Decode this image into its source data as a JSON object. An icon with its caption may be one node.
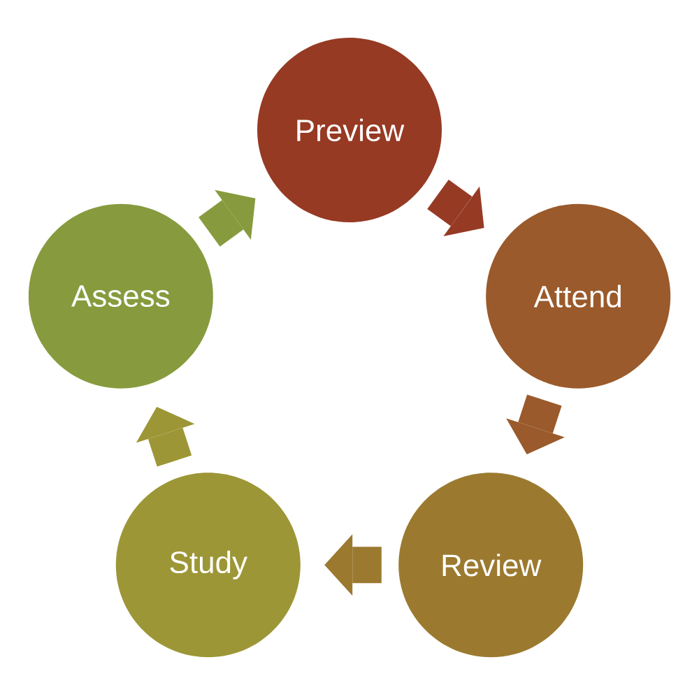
{
  "diagram": {
    "nodes": [
      {
        "text": [
          "Preview"
        ]
      },
      {
        "text": [
          "Attend"
        ]
      },
      {
        "text": [
          "Review"
        ]
      },
      {
        "text": [
          "Study"
        ]
      },
      {
        "text": [
          "Assess"
        ]
      }
    ],
    "edges": [
      {
        "from": 0,
        "to": 1,
        "arrow": "to",
        "color": "#963a24"
      },
      {
        "from": 1,
        "to": 2,
        "arrow": "to",
        "color": "#9a5a2b"
      },
      {
        "from": 2,
        "to": 3,
        "arrow": "to",
        "color": "#9b7a30"
      },
      {
        "from": 3,
        "to": 4,
        "arrow": "to",
        "color": "#9c9636"
      },
      {
        "from": 4,
        "to": 0,
        "arrow": "to",
        "color": "#879b3e"
      }
    ]
  }
}
